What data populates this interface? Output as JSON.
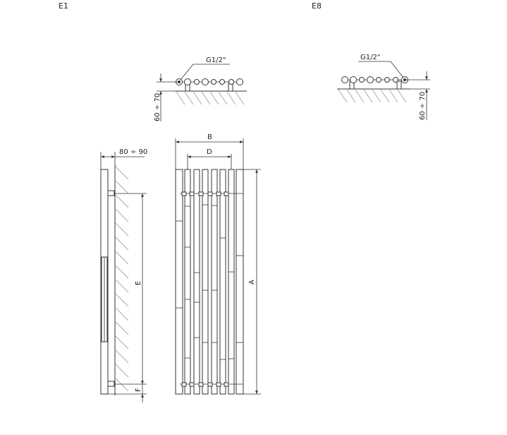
{
  "variants": {
    "left_code": "E1",
    "right_code": "E8"
  },
  "top_views": {
    "left_thread": "G1/2\"",
    "right_thread": "G1/2\"",
    "left_wall_distance": "60 ÷ 70",
    "right_wall_distance": "60 ÷ 70"
  },
  "side_view": {
    "depth_label": "80 ÷ 90",
    "height_e_label": "E",
    "height_f_label": "F"
  },
  "front_view": {
    "width_b_label": "B",
    "width_d_label": "D",
    "height_a_label": "A"
  }
}
